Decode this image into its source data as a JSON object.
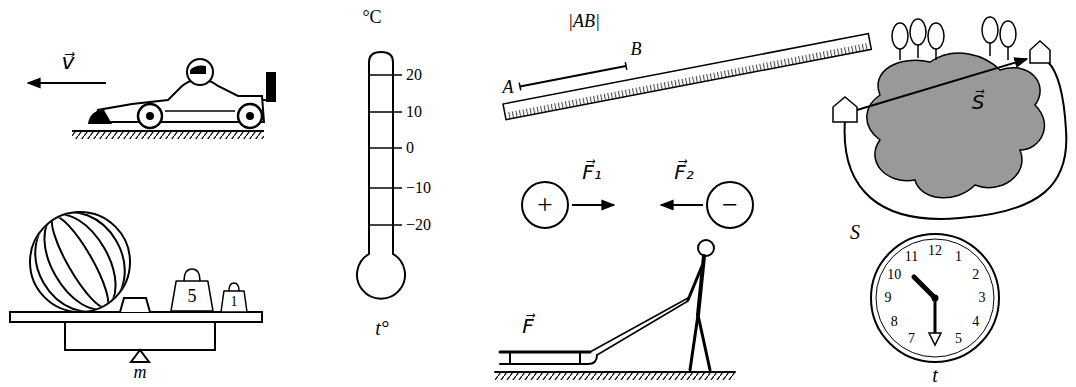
{
  "diagram": {
    "nodes": [
      {
        "text": [
          "+"
        ]
      },
      {
        "text": [
          "−"
        ]
      },
      {
        "text": [
          "5"
        ]
      },
      {
        "text": [
          "1"
        ]
      }
    ],
    "labels": [
      "v⃗",
      "°C",
      "20",
      "10",
      "0",
      "−10",
      "−20",
      "t°",
      "|AB|",
      "A",
      "B",
      "F⃗₁",
      "F⃗₂",
      "F⃗",
      "S⃗",
      "S",
      "12",
      "1",
      "2",
      "3",
      "4",
      "5",
      "7",
      "8",
      "9",
      "10",
      "11",
      "t",
      "m"
    ]
  }
}
